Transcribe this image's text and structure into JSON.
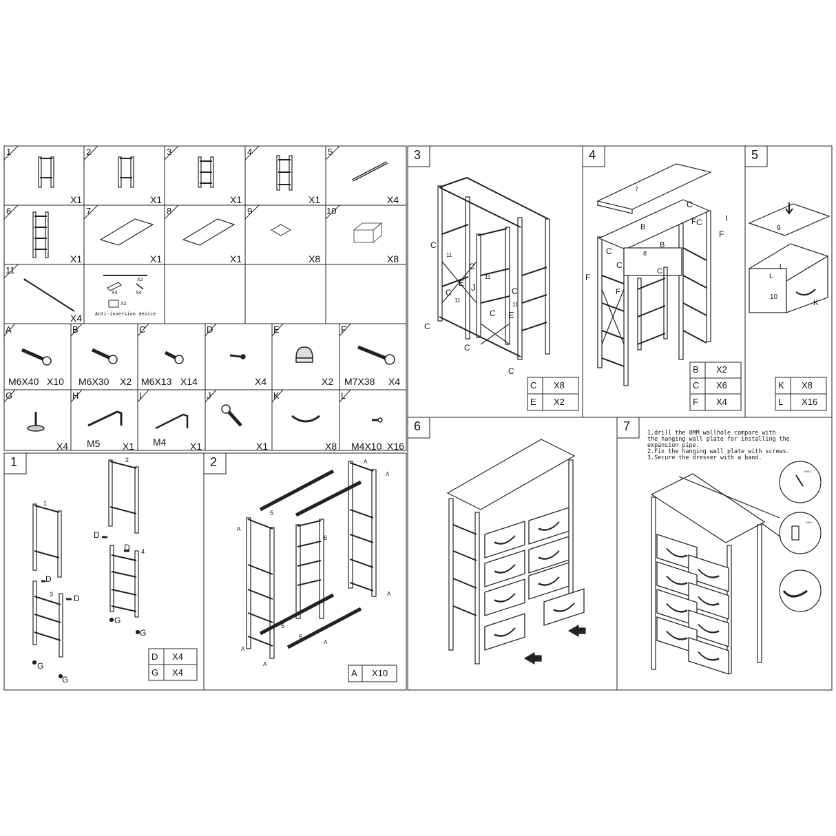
{
  "parts": [
    {
      "num": "1",
      "qty": "X1"
    },
    {
      "num": "2",
      "qty": "X1"
    },
    {
      "num": "3",
      "qty": "X1"
    },
    {
      "num": "4",
      "qty": "X1"
    },
    {
      "num": "5",
      "qty": "X4"
    },
    {
      "num": "6",
      "qty": "X1"
    },
    {
      "num": "7",
      "qty": "X1"
    },
    {
      "num": "8",
      "qty": "X1"
    },
    {
      "num": "9",
      "qty": "X8"
    },
    {
      "num": "10",
      "qty": "X8"
    },
    {
      "num": "11",
      "qty": "X4"
    }
  ],
  "anti_inversion": {
    "label": "Anti-inversion device",
    "qty_a": "X2",
    "qty_b": "X4",
    "qty_c": "X4",
    "qty_d": "X2"
  },
  "hardware": [
    {
      "letter": "A",
      "size": "M6X40",
      "qty": "X10"
    },
    {
      "letter": "B",
      "size": "M6X30",
      "qty": "X2"
    },
    {
      "letter": "C",
      "size": "M6X13",
      "qty": "X14"
    },
    {
      "letter": "D",
      "size": "",
      "qty": "X4"
    },
    {
      "letter": "E",
      "size": "",
      "qty": "X2"
    },
    {
      "letter": "F",
      "size": "M7X38",
      "qty": "X4"
    },
    {
      "letter": "G",
      "size": "",
      "qty": "X4"
    },
    {
      "letter": "H",
      "size": "M5",
      "qty": "X1"
    },
    {
      "letter": "I",
      "size": "M4",
      "qty": "X1"
    },
    {
      "letter": "J",
      "size": "",
      "qty": "X1"
    },
    {
      "letter": "K",
      "size": "",
      "qty": "X8"
    },
    {
      "letter": "L",
      "size": "M4X10",
      "qty": "X16"
    }
  ],
  "steps": [
    {
      "num": "1",
      "table": [
        [
          "D",
          "X4"
        ],
        [
          "G",
          "X4"
        ]
      ],
      "labels": {
        "p1": "1",
        "p2": "2",
        "p3": "3",
        "p4": "4",
        "d": "D",
        "g": "G"
      }
    },
    {
      "num": "2",
      "table": [
        [
          "A",
          "X10"
        ]
      ],
      "labels": {
        "p5": "5",
        "p6": "6",
        "a": "A"
      }
    },
    {
      "num": "3",
      "table": [
        [
          "C",
          "X8"
        ],
        [
          "E",
          "X2"
        ]
      ],
      "labels": {
        "c": "C",
        "e": "E",
        "j": "J",
        "p11": "11"
      }
    },
    {
      "num": "4",
      "table": [
        [
          "B",
          "X2"
        ],
        [
          "C",
          "X6"
        ],
        [
          "F",
          "X4"
        ]
      ],
      "labels": {
        "p7": "7",
        "p8": "8",
        "b": "B",
        "c": "C",
        "f": "F",
        "i": "I"
      }
    },
    {
      "num": "5",
      "table": [
        [
          "K",
          "X8"
        ],
        [
          "L",
          "X16"
        ]
      ],
      "labels": {
        "p9": "9",
        "p10": "10",
        "k": "K",
        "l": "L"
      }
    },
    {
      "num": "6",
      "table": [],
      "labels": {}
    },
    {
      "num": "7",
      "table": [],
      "labels": {
        "wall": "WALL"
      },
      "instructions": [
        "1.drill the 8MM wallhole compare with",
        "the hanging wall plate for installing the",
        "expansion pipe.",
        "2.Fix the hanging wall plate with screws.",
        "3.Secure the dresser with a band."
      ]
    }
  ]
}
